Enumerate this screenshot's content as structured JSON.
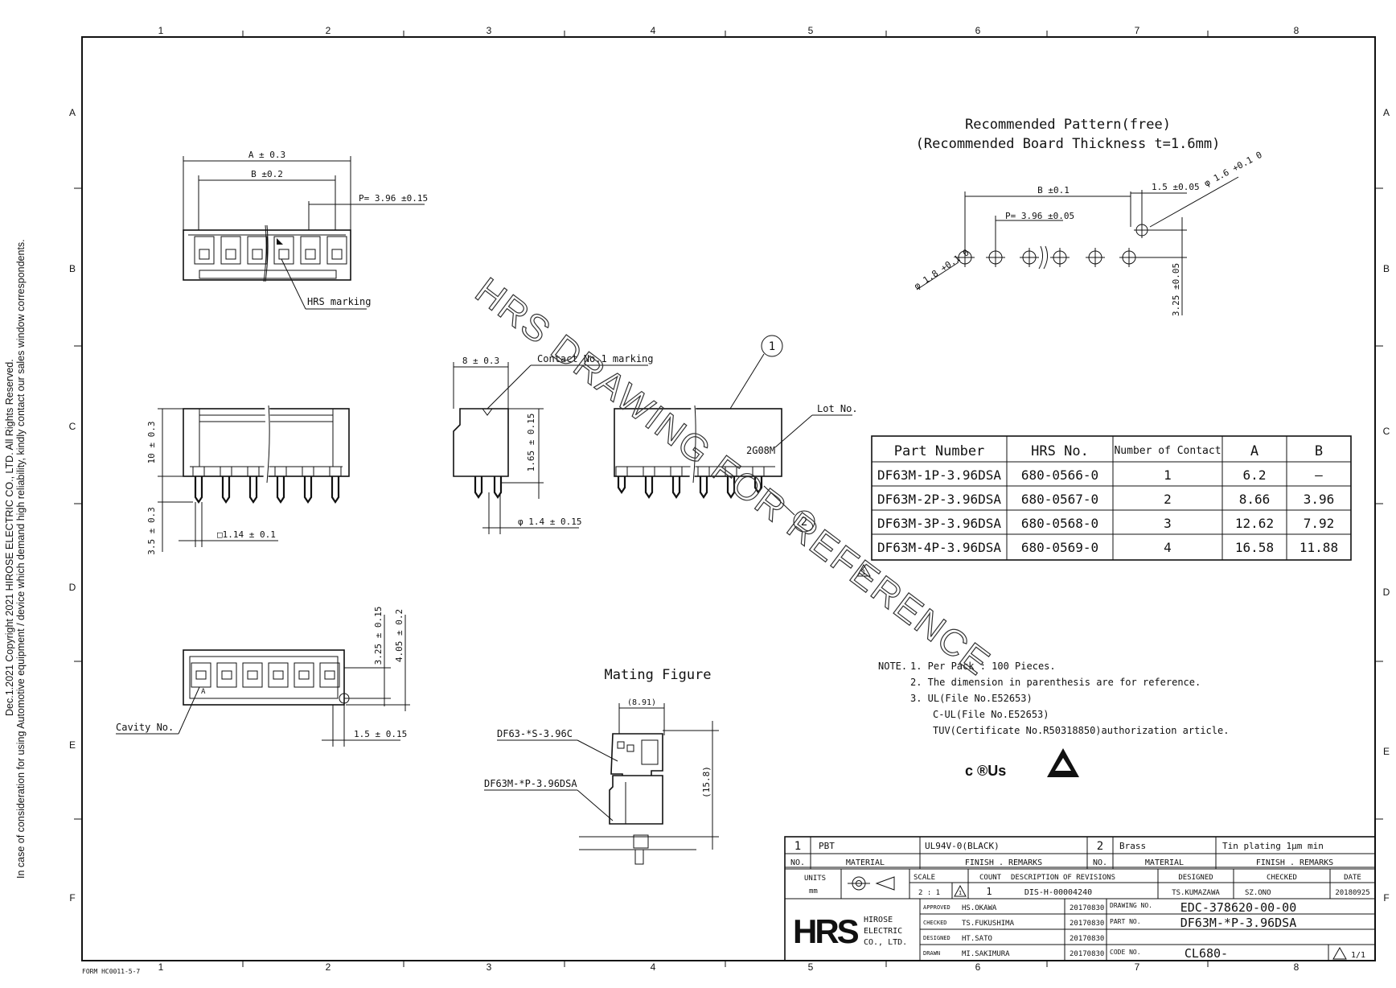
{
  "copyright_notice": {
    "line1": "Dec.1.2021 Copyright 2021 HIROSE ELECTRIC CO., LTD. All Rights Reserved.",
    "line2": "In case of consideration for using Automotive equipment / device which demand high reliability, kindly contact our sales window correspondents."
  },
  "border": {
    "columns": [
      "1",
      "2",
      "3",
      "4",
      "5",
      "6",
      "7",
      "8"
    ],
    "rows": [
      "A",
      "B",
      "C",
      "D",
      "E",
      "F"
    ],
    "form_no": "FORM HC0011-5-7"
  },
  "watermark": "HRS DRAWING FOR REFERENCE",
  "top_view": {
    "dim_a": "A ± 0.3",
    "dim_b": "B ±0.2",
    "pitch": "P= 3.96 ±0.15",
    "hrs_marking": "HRS marking"
  },
  "front_view": {
    "height": "10 ± 0.3",
    "pin_len": "3.5 ± 0.3",
    "pin_size": "□1.14 ± 0.1"
  },
  "side_view": {
    "width": "8 ± 0.3",
    "contact_marking": "Contact No.1 marking",
    "dim_155": "1.65 ± 0.15",
    "hole": "φ 1.4 ± 0.15"
  },
  "body_view": {
    "callout_1": "1",
    "callout_2": "2",
    "lot_no": "Lot No.",
    "lot_code": "2G08M"
  },
  "bottom_view": {
    "dim_325": "3.25 ± 0.15",
    "dim_405": "4.05 ± 0.2",
    "dim_15": "1.5 ± 0.15",
    "cavity": "Cavity No.",
    "cavity_mark": "A"
  },
  "pattern": {
    "title1": "Recommended Pattern(free)",
    "title2": "(Recommended Board Thickness t=1.6mm)",
    "dim_b": "B ±0.1",
    "pitch": "P= 3.96 ±0.05",
    "dim_15": "1.5 ±0.05",
    "hole_small": "φ 1.6 +0.1 0",
    "hole_big": "φ 1.8 +0.1 0",
    "dim_325": "3.25 ±0.05"
  },
  "parts_table": {
    "headers": [
      "Part Number",
      "HRS No.",
      "Number of Contact",
      "A",
      "B"
    ],
    "rows": [
      [
        "DF63M-1P-3.96DSA",
        "680-0566-0",
        "1",
        "6.2",
        "—"
      ],
      [
        "DF63M-2P-3.96DSA",
        "680-0567-0",
        "2",
        "8.66",
        "3.96"
      ],
      [
        "DF63M-3P-3.96DSA",
        "680-0568-0",
        "3",
        "12.62",
        "7.92"
      ],
      [
        "DF63M-4P-3.96DSA",
        "680-0569-0",
        "4",
        "16.58",
        "11.88"
      ]
    ]
  },
  "mating": {
    "title": "Mating Figure",
    "dim_891": "(8.91)",
    "dim_158": "(15.8)",
    "receptacle": "DF63-*S-3.96C",
    "header": "DF63M-*P-3.96DSA"
  },
  "notes": {
    "label": "NOTE.",
    "n1": "1.  Per Pack : 100 Pieces.",
    "n2": "2.  The dimension in parenthesis are for reference.",
    "n3": "3.  UL(File No.E52653)",
    "n3b": "C-UL(File No.E52653)",
    "n3c": "TUV(Certificate No.R50318850)authorization article.",
    "ul_mark": "c ®Us"
  },
  "title_block": {
    "mat_rows": [
      {
        "no": "1",
        "material": "PBT",
        "finish": "UL94V-0(BLACK)"
      },
      {
        "no": "2",
        "material": "Brass",
        "finish": "Tin plating 1μm min"
      }
    ],
    "col_no": "NO.",
    "col_material": "MATERIAL",
    "col_finish": "FINISH . REMARKS",
    "units_label": "UNITS",
    "units_value": "mm",
    "scale_label": "SCALE",
    "scale_value": "2 : 1",
    "count_label": "COUNT",
    "desc_label": "DESCRIPTION OF REVISIONS",
    "designed_label": "DESIGNED",
    "checked_label": "CHECKED",
    "date_label": "DATE",
    "count_value": "1",
    "desc_value": "DIS-H-00004240",
    "designed_value": "TS.KUMAZAWA",
    "checked_value": "SZ.ONO",
    "date_value": "20180925",
    "logo": "HRS",
    "company1": "HIROSE",
    "company2": "ELECTRIC",
    "company3": "CO., LTD.",
    "approved_label": "APPROVED",
    "approved_name": "HS.OKAWA",
    "approved_date": "20170830",
    "checked2_label": "CHECKED",
    "checked2_name": "TS.FUKUSHIMA",
    "checked2_date": "20170830",
    "designed2_label": "DESIGNED",
    "designed2_name": "HT.SATO",
    "designed2_date": "20170830",
    "drawn_label": "DRAWN",
    "drawn_name": "MI.SAKIMURA",
    "drawn_date": "20170830",
    "drawing_no_label": "DRAWING NO.",
    "drawing_no": "EDC-378620-00-00",
    "part_no_label": "PART NO.",
    "part_no": "DF63M-*P-3.96DSA",
    "code_no_label": "CODE NO.",
    "code_no": "CL680-",
    "sheet": "1/1"
  }
}
